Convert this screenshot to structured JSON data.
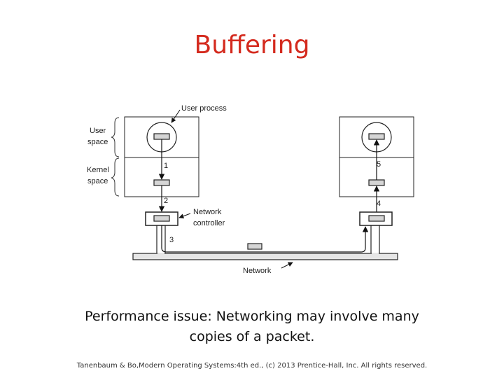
{
  "title": "Buffering",
  "diagram": {
    "labels": {
      "user_process": "User process",
      "user_space_1": "User",
      "user_space_2": "space",
      "kernel_space_1": "Kernel",
      "kernel_space_2": "space",
      "network_controller_1": "Network",
      "network_controller_2": "controller",
      "network": "Network"
    },
    "steps": [
      "1",
      "2",
      "3",
      "4",
      "5"
    ]
  },
  "caption": "Performance issue: Networking may involve many copies of a packet.",
  "footer": "Tanenbaum & Bo,Modern  Operating Systems:4th ed., (c) 2013 Prentice-Hall, Inc. All rights reserved."
}
